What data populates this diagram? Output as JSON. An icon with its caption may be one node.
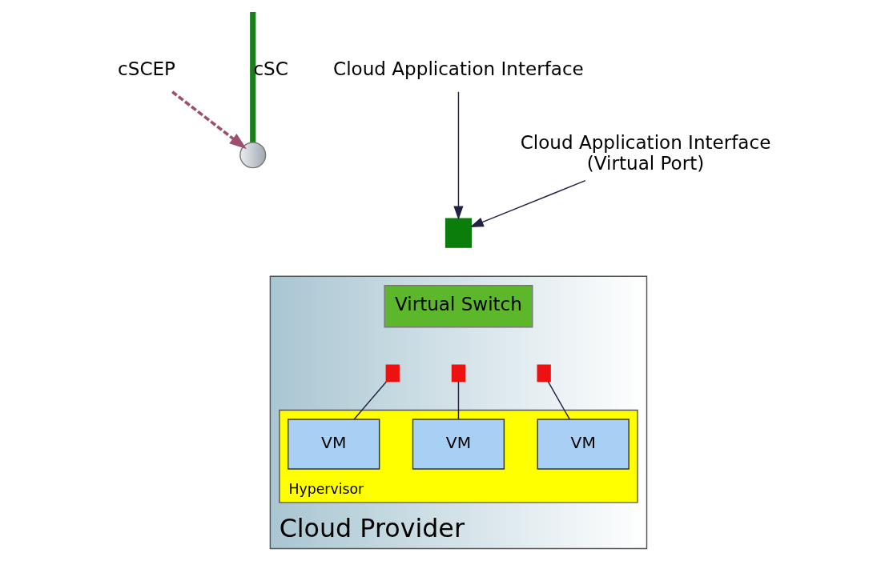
{
  "diagram": {
    "nodes": [
      {
        "text": [
          "Cloud Provider"
        ]
      },
      {
        "text": [
          "Virtual Switch"
        ],
        "in": 0
      },
      {
        "text": [
          "Hypervisor"
        ],
        "in": 0
      },
      {
        "text": [
          "VM"
        ],
        "in": 2
      },
      {
        "text": [
          "VM"
        ],
        "in": 2
      },
      {
        "text": [
          "VM"
        ],
        "in": 2
      },
      {
        "text": [],
        "shape": "box",
        "in": 0
      },
      {
        "text": [],
        "shape": "box",
        "in": 0
      },
      {
        "text": [],
        "shape": "box",
        "in": 0
      },
      {
        "text": [],
        "shape": "box"
      },
      {
        "text": [],
        "shape": "circle"
      },
      {
        "text": [
          "cSCEP"
        ]
      },
      {
        "text": [
          "Cloud Application Interface"
        ]
      },
      {
        "text": [
          "Cloud Application Interface",
          "(Virtual Port)"
        ]
      }
    ],
    "edges": [
      {
        "from": 11,
        "to": 10,
        "arrow": "to",
        "style": "dashed",
        "color": "#9e4f6e"
      },
      {
        "from": null,
        "to": 10,
        "arrow": "none",
        "label": "cSC",
        "style": "thick",
        "color": "#1a7f1a"
      },
      {
        "from": 12,
        "to": 9,
        "arrow": "to"
      },
      {
        "from": 13,
        "to": 9,
        "arrow": "to"
      },
      {
        "from": 6,
        "to": 3,
        "arrow": "none"
      },
      {
        "from": 7,
        "to": 4,
        "arrow": "none"
      },
      {
        "from": 8,
        "to": 5,
        "arrow": "none"
      }
    ]
  }
}
